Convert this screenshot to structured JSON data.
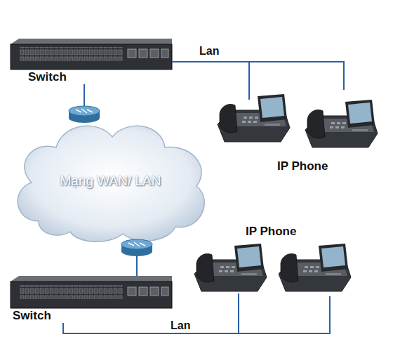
{
  "diagram": {
    "nodes": [
      {
        "text": [
          "Switch"
        ]
      },
      {
        "text": [
          "IP Phone"
        ]
      },
      {
        "text": [
          "Mạng WAN/ LAN"
        ]
      },
      {
        "text": [
          "IP Phone"
        ]
      },
      {
        "text": [
          "Switch"
        ]
      }
    ],
    "edges": [
      {
        "from": 0,
        "to": 1,
        "label": "Lan",
        "arrow": "none"
      },
      {
        "from": 0,
        "to": 2,
        "arrow": "none"
      },
      {
        "from": 2,
        "to": 4,
        "arrow": "none"
      },
      {
        "from": 4,
        "to": 3,
        "label": "Lan",
        "arrow": "none"
      }
    ]
  }
}
